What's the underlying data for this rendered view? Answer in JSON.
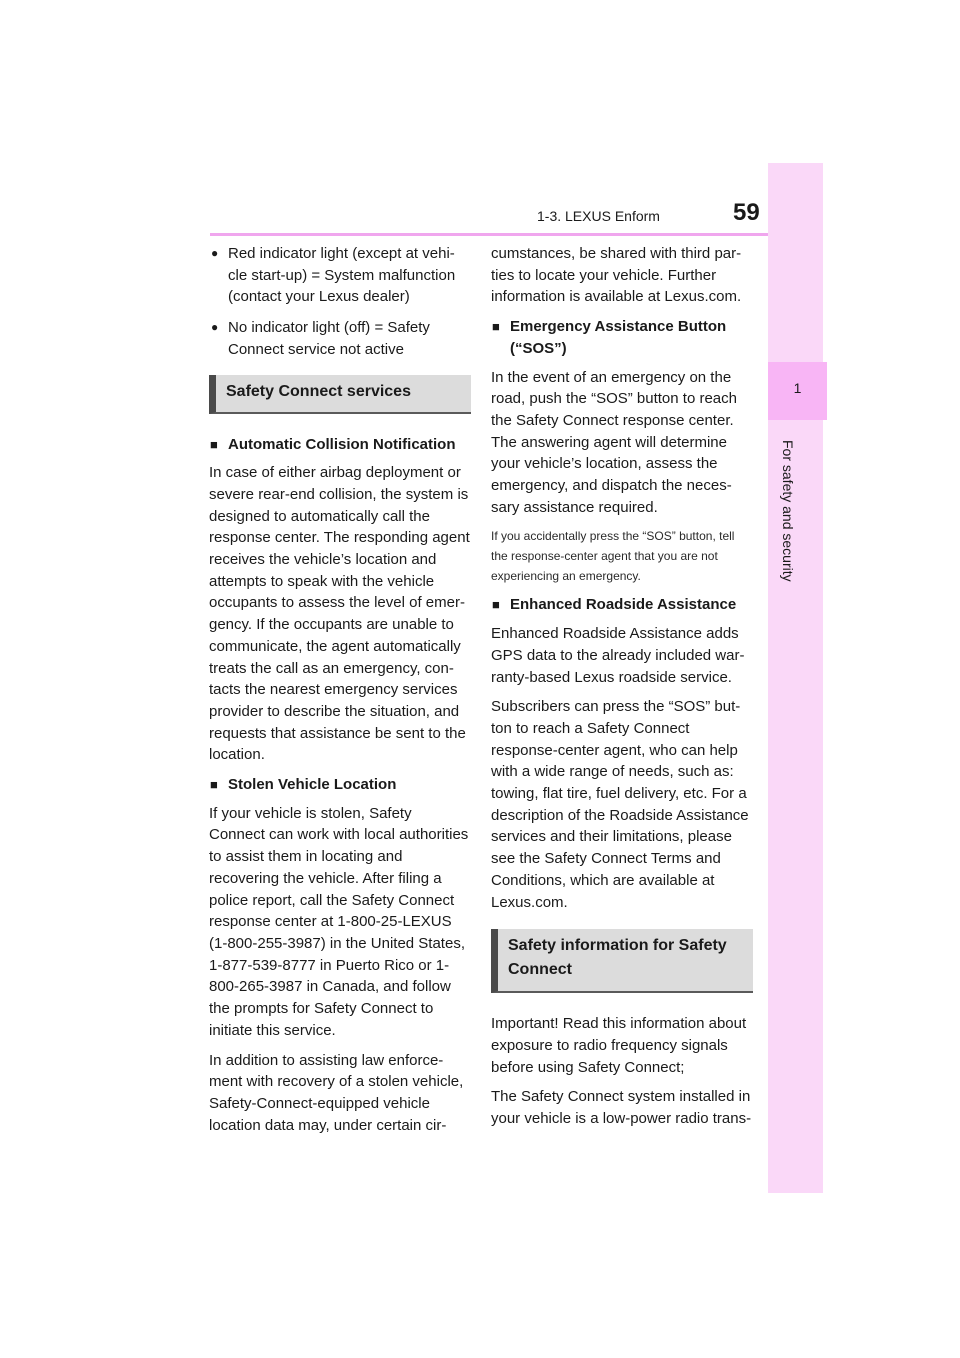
{
  "header": {
    "section": "1-3. LEXUS Enform",
    "page_number": "59"
  },
  "side_tab": {
    "chapter": "1",
    "title": "For safety and security"
  },
  "left": {
    "bullets": [
      "Red indicator light (except at vehi-cle start-up) = System malfunction (contact your Lexus dealer)",
      "No indicator light (off) = Safety Connect service not active"
    ],
    "section_title": "Safety Connect services",
    "acn_heading": "Automatic Collision Notification",
    "acn_text": "In case of either airbag deployment or severe rear-end collision, the system is designed to automatically call the response center. The responding agent receives the vehicle’s location and attempts to speak with the vehicle occupants to assess the level of emer-gency. If the occupants are unable to communicate, the agent automatically treats the call as an emergency, con-tacts the nearest emergency services provider to describe the situation, and requests that assistance be sent to the location.",
    "svl_heading": "Stolen Vehicle Location",
    "svl_text": "If your vehicle is stolen, Safety Connect can work with local authorities to assist them in locating and recovering the vehicle. After filing a police report, call the Safety Connect response center at 1-800-25-LEXUS (1-800-255-3987) in the United States, 1-877-539-8777 in Puerto Rico or 1-800-265-3987 in Canada, and follow the prompts for Safety Connect to initiate this service.",
    "svl_text2": "In addition to assisting law enforce-ment with recovery of a stolen vehicle, Safety-Connect-equipped vehicle location data may, under certain cir-"
  },
  "right": {
    "continued_text": "cumstances, be shared with third par-ties to locate your vehicle. Further information is available at Lexus.com.",
    "sos_heading": "Emergency Assistance Button (“SOS”)",
    "sos_text": "In the event of an emergency on the road, push the “SOS” button to reach the Safety Connect response center. The answering agent will determine your vehicle’s location, assess the emergency, and dispatch the neces-sary assistance required.",
    "sos_note": "If you accidentally press the “SOS” button, tell the response-center agent that you are not experiencing an emergency.",
    "era_heading": "Enhanced Roadside Assistance",
    "era_text1": "Enhanced Roadside Assistance adds GPS data to the already included war-ranty-based Lexus roadside service.",
    "era_text2": "Subscribers can press the “SOS” but-ton to reach a Safety Connect response-center agent, who can help with a wide range of needs, such as: towing, flat tire, fuel delivery, etc. For a description of the Roadside Assistance services and their limitations, please see the Safety Connect Terms and Conditions, which are available at Lexus.com.",
    "section_title": "Safety information for Safety Connect",
    "info_text1": "Important! Read this information about exposure to radio frequency signals before using Safety Connect;",
    "info_text2": "The Safety Connect system installed in your vehicle is a low-power radio trans-"
  }
}
